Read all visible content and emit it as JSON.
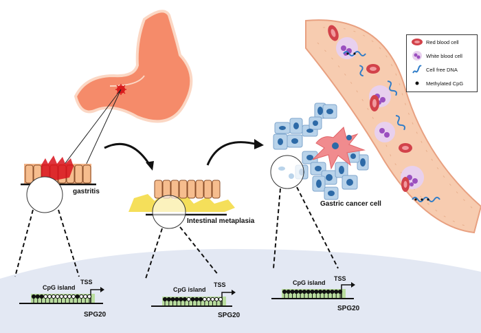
{
  "labels": {
    "gastritis": "gastritis",
    "intestinal_metaplasia": "Intestinal metaplasia",
    "gastric_cancer_cell": "Gastric cancer cell"
  },
  "legend": [
    {
      "icon": "red-blood-cell-icon",
      "label": "Red blood cell"
    },
    {
      "icon": "white-blood-cell-icon",
      "label": "White blood cell"
    },
    {
      "icon": "cell-free-dna-icon",
      "label": "Cell free DNA"
    },
    {
      "icon": "methylated-cpg-icon",
      "label": "Methylated CpG"
    }
  ],
  "panels": [
    {
      "cpg_label": "CpG island",
      "tss_label": "TSS",
      "gene_label": "SPG20",
      "methylation": [
        1,
        1,
        1,
        0,
        0,
        0,
        0,
        0,
        0,
        0,
        0,
        1,
        0,
        0,
        0
      ]
    },
    {
      "cpg_label": "CpG island",
      "tss_label": "TSS",
      "gene_label": "SPG20",
      "methylation": [
        1,
        1,
        1,
        1,
        1,
        1,
        0,
        1,
        1,
        1,
        0,
        0,
        0,
        0,
        0
      ]
    },
    {
      "cpg_label": "CpG island",
      "tss_label": "TSS",
      "gene_label": "SPG20",
      "methylation": [
        1,
        1,
        1,
        1,
        1,
        1,
        1,
        1,
        1,
        1,
        1,
        1,
        1,
        1,
        1
      ]
    }
  ],
  "colors": {
    "stomach": "#f58b6a",
    "vessel": "#f7ccb0",
    "cpg_box": "#b9dd9e",
    "background_band": "#e3e8f3",
    "cancer_cell": "#b9d3ea",
    "nucleus": "#2d6aa7"
  }
}
